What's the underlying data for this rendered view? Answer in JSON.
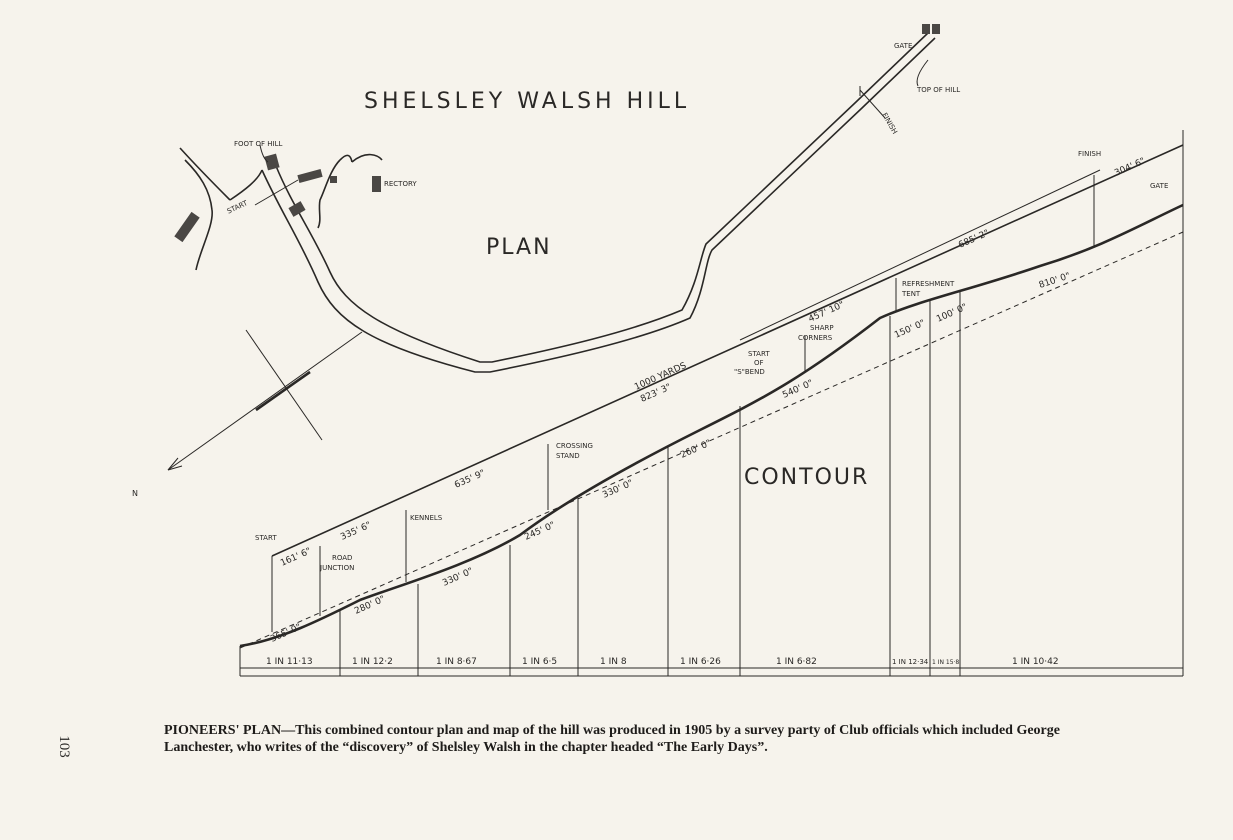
{
  "title": "SHELSLEY WALSH HILL",
  "plan_label": "PLAN",
  "contour_label": "CONTOUR",
  "plan_labels": {
    "gate": "GATE",
    "top_of_hill": "TOP OF HILL",
    "finish": "FINISH",
    "foot_of_hill": "FOOT OF HILL",
    "rectory": "RECTORY",
    "start": "START",
    "north": "N"
  },
  "contour_labels": {
    "start": "START",
    "road_junction": [
      "ROAD",
      "JUNCTION"
    ],
    "kennels": "KENNELS",
    "crossing_stand": [
      "CROSSING",
      "STAND"
    ],
    "start_of_s_bend": [
      "START",
      "OF",
      "\"S\"BEND"
    ],
    "sharp_corners": [
      "SHARP",
      "CORNERS"
    ],
    "refreshment_tent": [
      "REFRESHMENT",
      "TENT"
    ],
    "finish": "FINISH",
    "gate": "GATE"
  },
  "upper_measurements": [
    "161' 6\"",
    "335' 6\"",
    "635' 9\"",
    "1000 YARDS",
    "823' 3\"",
    "457' 10\"",
    "685' 2\"",
    "304' 6\""
  ],
  "lower_measurements": [
    "365' 0\"",
    "280' 0\"",
    "330' 0\"",
    "245' 0\"",
    "330' 0\"",
    "260' 0\"",
    "540' 0\"",
    "150' 0\"",
    "100' 0\"",
    "810' 0\""
  ],
  "gradients": [
    "1 IN 11·13",
    "1 IN 12·2",
    "1 IN 8·67",
    "1 IN 6·5",
    "1 IN 8",
    "1 IN 6·26",
    "1 IN 6·82",
    "1 IN 12·34",
    "1 IN 15·8",
    "1 IN 10·42"
  ],
  "caption": "PIONEERS' PLAN—This combined contour plan and map of the hill was produced in 1905 by a survey party of Club officials which included George Lanchester, who writes of the “discovery” of Shelsley Walsh in the chapter headed “The Early Days”.",
  "page_number": "103"
}
